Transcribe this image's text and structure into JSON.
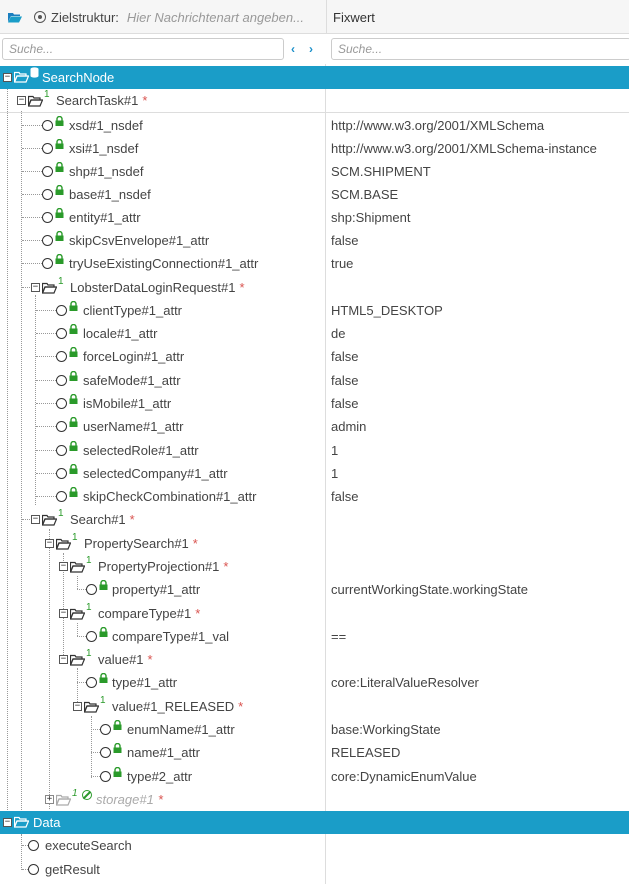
{
  "header": {
    "structure_label": "Zielstruktur:",
    "structure_placeholder": "Hier Nachrichtenart angeben...",
    "value_column": "Fixwert"
  },
  "search": {
    "left_placeholder": "Suche...",
    "right_placeholder": "Suche...",
    "prev": "‹",
    "next": "›"
  },
  "tree": {
    "searchnode": "SearchNode",
    "searchtask": "SearchTask#1",
    "searchtask_count": "1",
    "rows": [
      {
        "label": "xsd#1_nsdef",
        "value": "http://www.w3.org/2001/XMLSchema"
      },
      {
        "label": "xsi#1_nsdef",
        "value": "http://www.w3.org/2001/XMLSchema-instance"
      },
      {
        "label": "shp#1_nsdef",
        "value": "SCM.SHIPMENT"
      },
      {
        "label": "base#1_nsdef",
        "value": "SCM.BASE"
      },
      {
        "label": "entity#1_attr",
        "value": "shp:Shipment"
      },
      {
        "label": "skipCsvEnvelope#1_attr",
        "value": "false"
      },
      {
        "label": "tryUseExistingConnection#1_attr",
        "value": "true"
      }
    ],
    "login": "LobsterDataLoginRequest#1",
    "login_count": "1",
    "login_rows": [
      {
        "label": "clientType#1_attr",
        "value": "HTML5_DESKTOP"
      },
      {
        "label": "locale#1_attr",
        "value": "de"
      },
      {
        "label": "forceLogin#1_attr",
        "value": "false"
      },
      {
        "label": "safeMode#1_attr",
        "value": "false"
      },
      {
        "label": "isMobile#1_attr",
        "value": "false"
      },
      {
        "label": "userName#1_attr",
        "value": "admin"
      },
      {
        "label": "selectedRole#1_attr",
        "value": "1"
      },
      {
        "label": "selectedCompany#1_attr",
        "value": "1"
      },
      {
        "label": "skipCheckCombination#1_attr",
        "value": "false"
      }
    ],
    "search1": "Search#1",
    "search1_count": "1",
    "propsearch": "PropertySearch#1",
    "propsearch_count": "1",
    "propproj": "PropertyProjection#1",
    "propproj_count": "1",
    "property_attr": {
      "label": "property#1_attr",
      "value": "currentWorkingState.workingState"
    },
    "comparetype": "compareType#1",
    "comparetype_count": "1",
    "comparetype_val": {
      "label": "compareType#1_val",
      "value": "=="
    },
    "value1": "value#1",
    "value1_count": "1",
    "type_attr": {
      "label": "type#1_attr",
      "value": "core:LiteralValueResolver"
    },
    "released": "value#1_RELEASED",
    "released_count": "1",
    "released_rows": [
      {
        "label": "enumName#1_attr",
        "value": "base:WorkingState"
      },
      {
        "label": "name#1_attr",
        "value": "RELEASED"
      },
      {
        "label": "type#2_attr",
        "value": "core:DynamicEnumValue"
      }
    ],
    "storage": "storage#1",
    "storage_count": "1",
    "star": "*",
    "data": "Data",
    "execute": "executeSearch",
    "getresult": "getResult"
  },
  "colors": {
    "accent": "#1a9dc8",
    "required": "#d9534f",
    "lock": "#2a9a2a"
  }
}
